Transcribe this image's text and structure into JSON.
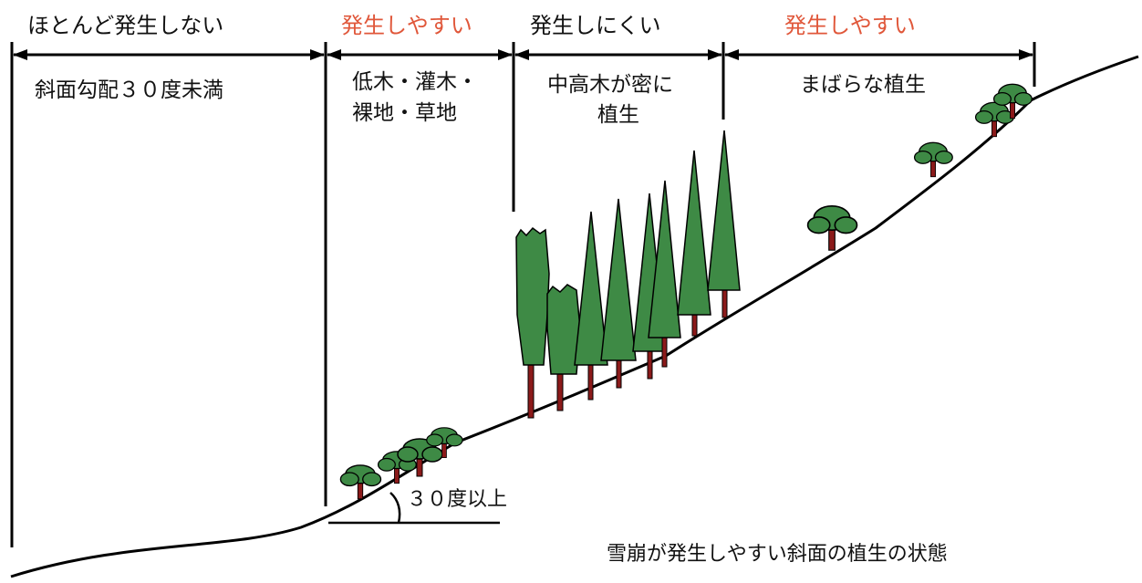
{
  "zones": [
    {
      "status": "ほとんど発生しない",
      "status_color": "#111111",
      "desc_lines": [
        "斜面勾配３０度未満"
      ]
    },
    {
      "status": "発生しやすい",
      "status_color": "#e0573a",
      "desc_lines": [
        "低木・灌木・",
        "裸地・草地"
      ]
    },
    {
      "status": "発生しにくい",
      "status_color": "#111111",
      "desc_lines": [
        "中高木が密に",
        "植生"
      ]
    },
    {
      "status": "発生しやすい",
      "status_color": "#e0573a",
      "desc_lines": [
        "まばらな植生"
      ]
    }
  ],
  "angle_label": "３０度以上",
  "caption": "雪崩が発生しやすい斜面の植生の状態",
  "colors": {
    "tree_foliage": "#3e8a45",
    "trunk": "#8b1a1a",
    "line": "#000000"
  }
}
